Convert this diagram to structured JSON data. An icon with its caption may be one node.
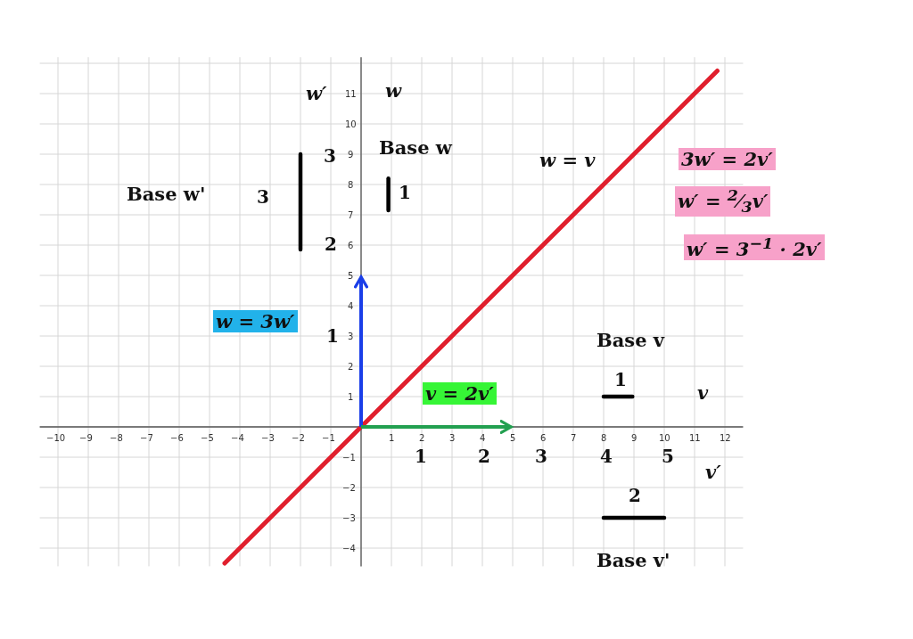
{
  "diagram": {
    "labels": [
      "w′",
      "w",
      "3",
      "Base w",
      "w = v",
      "3w′ = 2v′",
      "Base w'",
      "3",
      "1",
      "w′ = $^{2}$⁄$_{3}$v′",
      "2",
      "w′ = 3$^{−1}$ · 2v′",
      "w = 3w′",
      "1",
      "Base v",
      "1",
      "v = 2v′",
      "v",
      "1",
      "2",
      "3",
      "4",
      "5",
      "v′",
      "2",
      "Base v'",
      "−10",
      "−9",
      "−8",
      "−7",
      "−6",
      "−5",
      "−4",
      "−3",
      "−2",
      "−1",
      "1",
      "2",
      "3",
      "4",
      "5",
      "6",
      "7",
      "8",
      "9",
      "10",
      "11",
      "12",
      "11",
      "10",
      "9",
      "8",
      "7",
      "6",
      "5",
      "4",
      "3",
      "2",
      "1",
      "−1",
      "−2",
      "−3",
      "−4"
    ]
  }
}
